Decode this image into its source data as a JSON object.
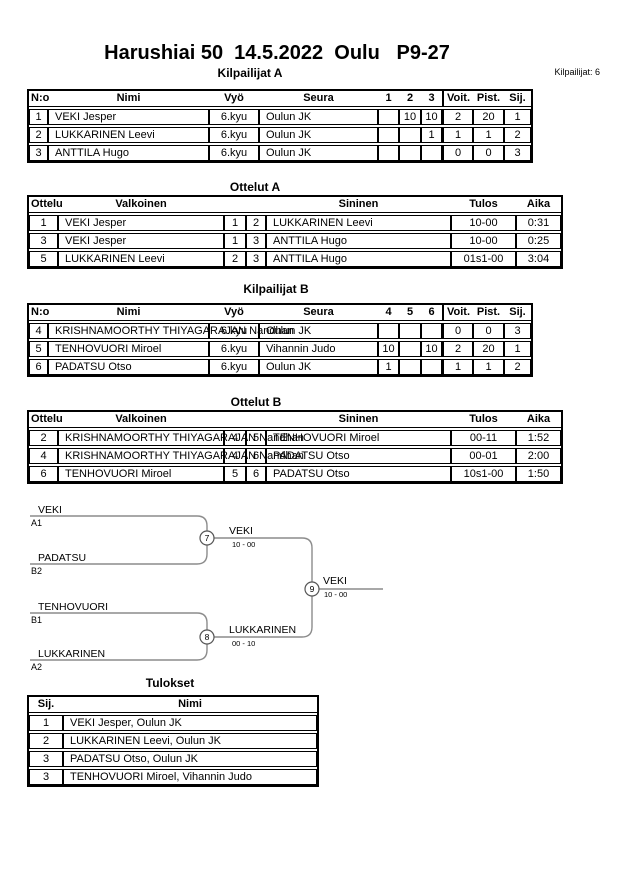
{
  "page": {
    "title": "Harushiai 50  14.5.2022  Oulu   P9-27",
    "competitors_total": "Kilpailijat: 6"
  },
  "colors": {
    "bracket_line": "#8c8c8c",
    "score_text": "#8c8c8c"
  },
  "kilpailijat_a": {
    "title": "Kilpailijat A",
    "headers": {
      "no": "N:o",
      "nimi": "Nimi",
      "vyo": "Vyö",
      "seura": "Seura",
      "m1": "1",
      "m2": "2",
      "m3": "3",
      "voit": "Voit.",
      "pist": "Pist.",
      "sij": "Sij."
    },
    "rows": [
      {
        "no": "1",
        "nimi": "VEKI Jesper",
        "vyo": "6.kyu",
        "seura": "Oulun JK",
        "m1": "",
        "m2": "10",
        "m3": "10",
        "voit": "2",
        "pist": "20",
        "sij": "1"
      },
      {
        "no": "2",
        "nimi": "LUKKARINEN Leevi",
        "vyo": "6.kyu",
        "seura": "Oulun JK",
        "m1": "",
        "m2": "",
        "m3": "1",
        "voit": "1",
        "pist": "1",
        "sij": "2"
      },
      {
        "no": "3",
        "nimi": "ANTTILA Hugo",
        "vyo": "6.kyu",
        "seura": "Oulun JK",
        "m1": "",
        "m2": "",
        "m3": "",
        "voit": "0",
        "pist": "0",
        "sij": "3"
      }
    ]
  },
  "ottelut_a": {
    "title": "Ottelut A",
    "headers": {
      "ottelu": "Ottelu",
      "valkoinen": "Valkoinen",
      "sininen": "Sininen",
      "tulos": "Tulos",
      "aika": "Aika"
    },
    "rows": [
      {
        "ottelu": "1",
        "valkoinen": "VEKI Jesper",
        "n1": "1",
        "n2": "2",
        "sininen": "LUKKARINEN Leevi",
        "tulos": "10-00",
        "aika": "0:31"
      },
      {
        "ottelu": "3",
        "valkoinen": "VEKI Jesper",
        "n1": "1",
        "n2": "3",
        "sininen": "ANTTILA Hugo",
        "tulos": "10-00",
        "aika": "0:25"
      },
      {
        "ottelu": "5",
        "valkoinen": "LUKKARINEN Leevi",
        "n1": "2",
        "n2": "3",
        "sininen": "ANTTILA Hugo",
        "tulos": "01s1-00",
        "aika": "3:04"
      }
    ]
  },
  "kilpailijat_b": {
    "title": "Kilpailijat B",
    "headers": {
      "no": "N:o",
      "nimi": "Nimi",
      "vyo": "Vyö",
      "seura": "Seura",
      "m1": "4",
      "m2": "5",
      "m3": "6",
      "voit": "Voit.",
      "pist": "Pist.",
      "sij": "Sij."
    },
    "rows": [
      {
        "no": "4",
        "nimi": "KRISHNAMOORTHY THIYAGARAJAN Nandhan",
        "vyo": "6.kyu",
        "seura": "Oulun JK",
        "m1": "",
        "m2": "",
        "m3": "",
        "voit": "0",
        "pist": "0",
        "sij": "3"
      },
      {
        "no": "5",
        "nimi": "TENHOVUORI Miroel",
        "vyo": "6.kyu",
        "seura": "Vihannin Judo",
        "m1": "10",
        "m2": "",
        "m3": "10",
        "voit": "2",
        "pist": "20",
        "sij": "1"
      },
      {
        "no": "6",
        "nimi": "PADATSU Otso",
        "vyo": "6.kyu",
        "seura": "Oulun JK",
        "m1": "1",
        "m2": "",
        "m3": "",
        "voit": "1",
        "pist": "1",
        "sij": "2"
      }
    ]
  },
  "ottelut_b": {
    "title": "Ottelut B",
    "headers": {
      "ottelu": "Ottelu",
      "valkoinen": "Valkoinen",
      "sininen": "Sininen",
      "tulos": "Tulos",
      "aika": "Aika"
    },
    "rows": [
      {
        "ottelu": "2",
        "valkoinen": "KRISHNAMOORTHY THIYAGARAJAN Nandhan",
        "n1": "4",
        "n2": "5",
        "sininen": "TENHOVUORI Miroel",
        "tulos": "00-11",
        "aika": "1:52"
      },
      {
        "ottelu": "4",
        "valkoinen": "KRISHNAMOORTHY THIYAGARAJAN Nandhan",
        "n1": "4",
        "n2": "6",
        "sininen": "PADATSU Otso",
        "tulos": "00-01",
        "aika": "2:00"
      },
      {
        "ottelu": "6",
        "valkoinen": "TENHOVUORI Miroel",
        "n1": "5",
        "n2": "6",
        "sininen": "PADATSU Otso",
        "tulos": "10s1-00",
        "aika": "1:50"
      }
    ]
  },
  "bracket": {
    "entries": [
      {
        "name": "VEKI",
        "seed": "A1"
      },
      {
        "name": "PADATSU",
        "seed": "B2"
      },
      {
        "name": "TENHOVUORI",
        "seed": "B1"
      },
      {
        "name": "LUKKARINEN",
        "seed": "A2"
      }
    ],
    "matches": [
      {
        "number": "7",
        "winner": "VEKI",
        "score": "10 - 00"
      },
      {
        "number": "8",
        "winner": "LUKKARINEN",
        "score": "00 - 10"
      },
      {
        "number": "9",
        "winner": "VEKI",
        "score": "10 - 00"
      }
    ]
  },
  "tulokset": {
    "title": "Tulokset",
    "headers": {
      "sij": "Sij.",
      "nimi": "Nimi"
    },
    "rows": [
      {
        "sij": "1",
        "nimi": "VEKI Jesper, Oulun JK"
      },
      {
        "sij": "2",
        "nimi": "LUKKARINEN Leevi, Oulun JK"
      },
      {
        "sij": "3",
        "nimi": "PADATSU Otso, Oulun JK"
      },
      {
        "sij": "3",
        "nimi": "TENHOVUORI Miroel, Vihannin Judo"
      }
    ]
  }
}
